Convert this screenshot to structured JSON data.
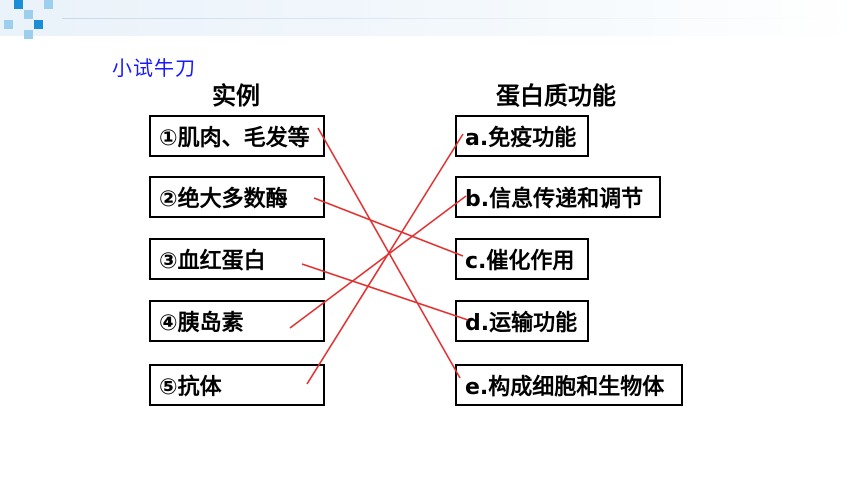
{
  "header": {
    "section_title": "小试牛刀"
  },
  "left_column": {
    "header": "实例",
    "items": [
      "①肌肉、毛发等",
      "②绝大多数酶",
      "③血红蛋白",
      "④胰岛素",
      "⑤抗体"
    ]
  },
  "right_column": {
    "header": "蛋白质功能",
    "items": [
      "a.免疫功能",
      "b.信息传递和调节",
      "c.催化作用",
      "d.运输功能",
      "e.构成细胞和生物体"
    ]
  },
  "matches": [
    {
      "from": 1,
      "to": "e"
    },
    {
      "from": 2,
      "to": "c"
    },
    {
      "from": 3,
      "to": "d"
    },
    {
      "from": 4,
      "to": "b"
    },
    {
      "from": 5,
      "to": "a"
    }
  ],
  "colors": {
    "line": "#e03030",
    "title": "#1a1aff",
    "logo_dark": "#1b8fd6",
    "logo_light": "#9ccfee"
  }
}
